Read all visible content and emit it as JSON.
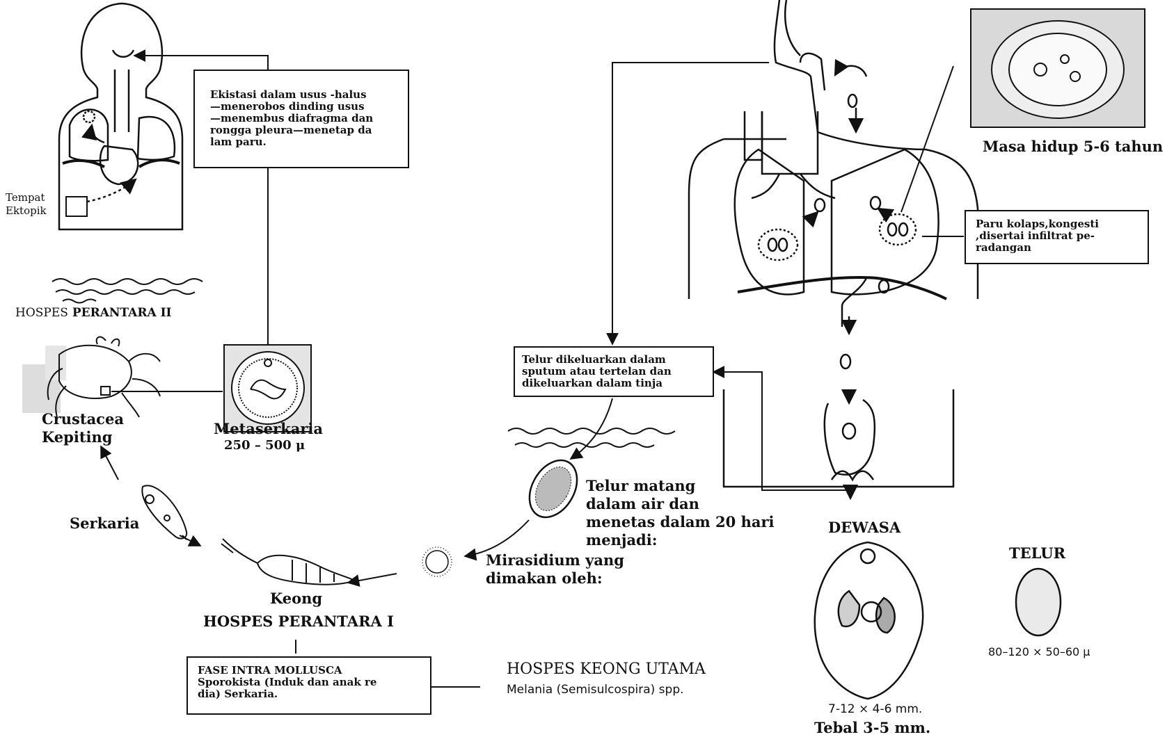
{
  "boxes": {
    "excystation": [
      "Ekistasi dalam usus -halus",
      "—menerobos dinding usus",
      "—menembus diafragma dan",
      "rongga pleura—menetap da",
      "lam paru."
    ],
    "eggs_excreted": [
      "Telur dikeluarkan dalam",
      "sputum atau tertelan dan",
      "dikeluarkan dalam tinja"
    ],
    "lung": [
      "Paru kolaps,kongesti",
      ",disertai infiltrat pe-",
      "radangan"
    ],
    "mollusca": [
      "FASE INTRA MOLLUSCA",
      "Sporokista (Induk dan anak re",
      "dia) Serkaria."
    ]
  },
  "labels": {
    "tempat": "Tempat",
    "ektopik": "Ektopik",
    "hospes_ii_prefix": "HOSPES",
    "hospes_ii_suffix": "PERANTARA  II",
    "crustacea": "Crustacea",
    "kepiting": "Kepiting",
    "metaserkaria": "Metaserkaria",
    "metaserkaria_size": "250 – 500 μ",
    "serkaria": "Serkaria",
    "keong": "Keong",
    "hospes_i": "HOSPES PERANTARA I",
    "hospes_keong_utama": "HOSPES KEONG UTAMA",
    "melania": "Melania (Semisulcospira) spp.",
    "telur_matang": [
      "Telur matang",
      "dalam air dan",
      "menetas dalam 20 hari",
      "menjadi:"
    ],
    "mirasidium": [
      "Mirasidium yang",
      "dimakan oleh:"
    ],
    "dewasa": "DEWASA",
    "adult_size": "7-12 × 4-6 mm.",
    "adult_thickness": "Tebal 3-5 mm.",
    "telur": "TELUR",
    "egg_size": "80–120 × 50–60 μ",
    "masa_hidup": "Masa hidup 5-6 tahun"
  }
}
